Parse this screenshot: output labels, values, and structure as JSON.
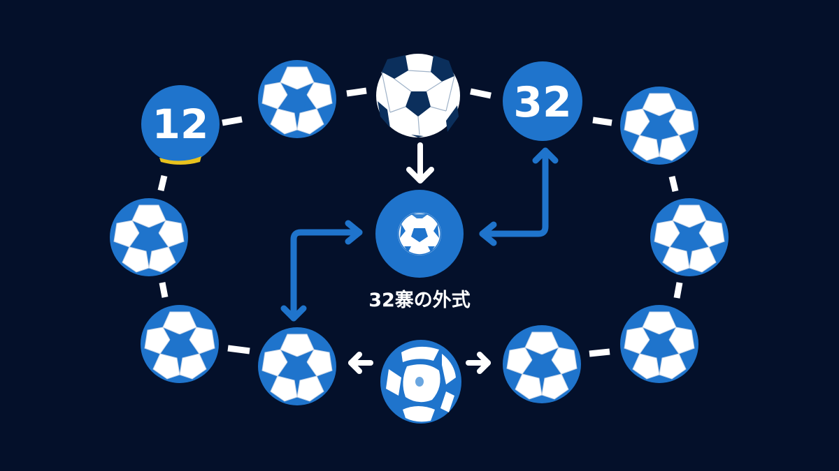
{
  "diagram": {
    "background_color": "#04102a",
    "accent_color": "#1f74cc",
    "ball_dark_color": "#0b2f5c",
    "connector_color": "#ffffff",
    "center_label": "32寨の外式",
    "nodes": [
      {
        "id": "n12",
        "type": "number-badge",
        "text": "12",
        "has_underline": true,
        "underline_color": "#e8c21e"
      },
      {
        "id": "top-left-ball",
        "type": "soccer-ball"
      },
      {
        "id": "top-center-ball",
        "type": "soccer-ball-dark"
      },
      {
        "id": "n32",
        "type": "number-badge",
        "text": "32"
      },
      {
        "id": "right-top-ball",
        "type": "soccer-ball"
      },
      {
        "id": "left-mid-ball",
        "type": "soccer-ball"
      },
      {
        "id": "right-mid-ball",
        "type": "soccer-ball"
      },
      {
        "id": "left-bottom-ball",
        "type": "soccer-ball"
      },
      {
        "id": "bottom-left-ball",
        "type": "soccer-ball"
      },
      {
        "id": "bottom-center-ball",
        "type": "soccer-ball-distorted"
      },
      {
        "id": "bottom-right-ball",
        "type": "soccer-ball"
      },
      {
        "id": "right-bottom-ball",
        "type": "soccer-ball"
      },
      {
        "id": "hub",
        "type": "hub-ball"
      }
    ],
    "arrows": [
      {
        "from": "top-center-ball",
        "to": "hub",
        "color": "#ffffff"
      },
      {
        "from": "hub",
        "to": "n32",
        "color": "#1f74cc",
        "style": "elbow"
      },
      {
        "from": "bottom-left-ball",
        "to": "hub",
        "color": "#1f74cc",
        "style": "elbow",
        "bidirectional": true
      },
      {
        "from": "bottom-center-ball",
        "to": "bottom-left-ball",
        "color": "#ffffff"
      },
      {
        "from": "bottom-center-ball",
        "to": "bottom-right-ball",
        "color": "#ffffff"
      }
    ]
  }
}
